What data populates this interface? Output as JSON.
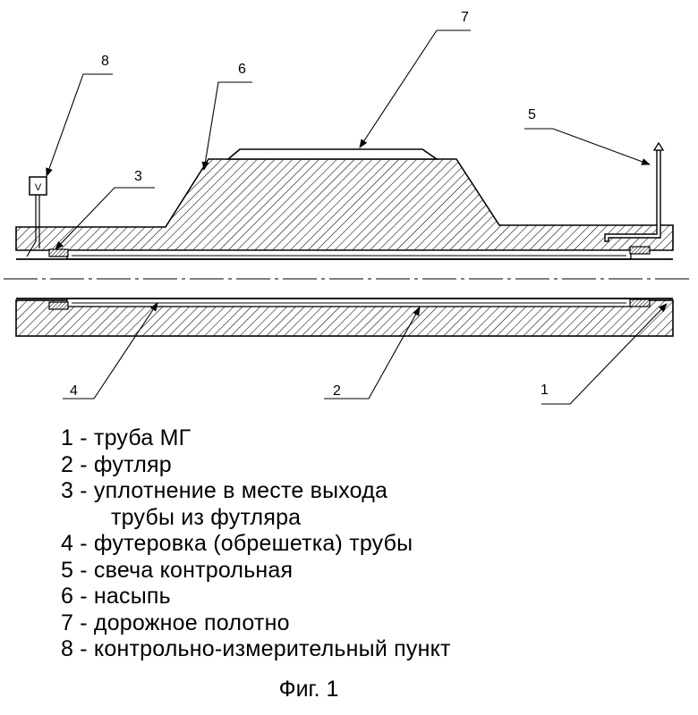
{
  "callouts": {
    "c1": "1",
    "c2": "2",
    "c3": "3",
    "c4": "4",
    "c5": "5",
    "c6": "6",
    "c7": "7",
    "c8": "8",
    "instrument_symbol": "V"
  },
  "legend": {
    "items": [
      "1 - труба МГ",
      "2 - футляр",
      "3 - уплотнение в месте выхода",
      "трубы из футляра",
      "4 - футеровка (обрешетка) трубы",
      "5 - свеча контрольная",
      "6 - насыпь",
      "7 - дорожное полотно",
      "8 - контрольно-измерительный пункт"
    ]
  },
  "caption": "Фиг. 1"
}
